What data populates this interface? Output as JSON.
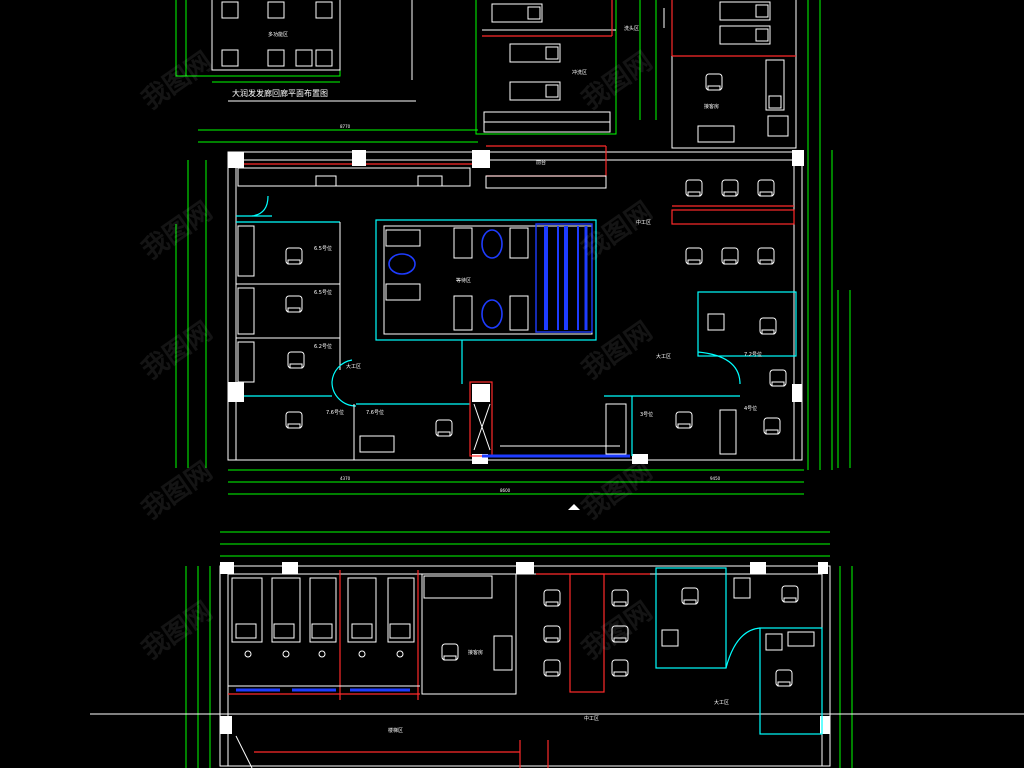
{
  "drawing": {
    "title": "大润发发廊回廊平面布置图",
    "upper_plan": {
      "rooms": {
        "activity_area": "多功能区",
        "wash_area": "洗头区",
        "wash_area_2": "冲洗区",
        "vip_room": "接客房",
        "front_desk": "前台",
        "mid_work_area": "中工区",
        "waiting_area": "等待区",
        "big_work_left": "大工区",
        "big_work_right": "大工区"
      },
      "station_labels": [
        "6.5号位",
        "6.5号位",
        "6.2号位",
        "7.6号位",
        "7.6号位",
        "7.2号位",
        "4号位",
        "3号位"
      ]
    },
    "lower_plan": {
      "rooms": {
        "vip_room": "接客房",
        "mid_work_area": "中工区",
        "big_work_area": "大工区",
        "stair_area": "楼梯区"
      }
    },
    "watermark": "我图网"
  }
}
